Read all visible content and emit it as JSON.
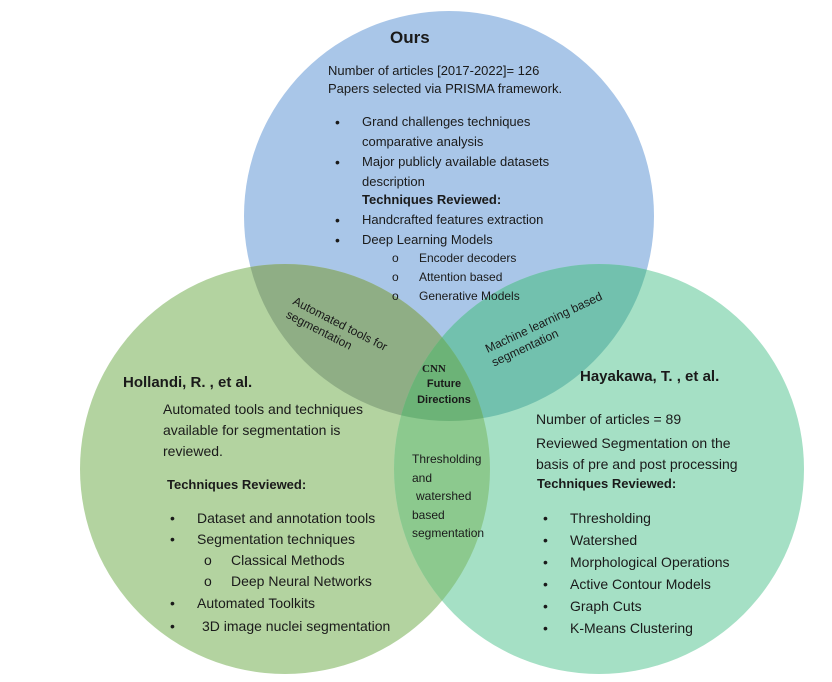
{
  "colors": {
    "top_circle": "#a9c6e8",
    "left_circle": "#b3d3a0",
    "right_circle": "#a5e0c5",
    "top_left_overlap": "#8fae85",
    "top_right_overlap": "#72c1ae",
    "left_right_overlap": "#8cc98e",
    "center_overlap": "#6cb377"
  },
  "ours": {
    "title": "Ours",
    "articles": "Number of articles [2017-2022]=  126",
    "prisma": "Papers selected via PRISMA framework.",
    "bullets": [
      "Grand challenges techniques",
      "comparative analysis",
      "Major publicly available datasets",
      "description"
    ],
    "techniques_heading": "Techniques Reviewed:",
    "techniques": [
      "Handcrafted features extraction",
      "Deep Learning Models"
    ],
    "sub_techniques": [
      "Encoder decoders",
      "Attention based",
      "Generative Models"
    ]
  },
  "hollandi": {
    "title": "Hollandi, R. , et al.",
    "description": [
      "Automated tools and techniques",
      "available for segmentation is",
      "reviewed."
    ],
    "techniques_heading": "Techniques Reviewed:",
    "items": [
      "Dataset and annotation tools",
      "Segmentation techniques"
    ],
    "sub_items": [
      "Classical Methods",
      "Deep Neural Networks"
    ],
    "items2": [
      "Automated Toolkits",
      "3D image nuclei segmentation"
    ]
  },
  "hayakawa": {
    "title": "Hayakawa, T. , et al.",
    "articles": "Number of articles = 89",
    "description": [
      "Reviewed Segmentation on the",
      "basis of pre and post processing"
    ],
    "techniques_heading": "Techniques Reviewed:",
    "items": [
      "Thresholding",
      "Watershed",
      "Morphological Operations",
      "Active Contour Models",
      "Graph Cuts",
      "K-Means Clustering"
    ]
  },
  "overlaps": {
    "ours_hollandi": [
      "Automated tools for",
      "segmentation"
    ],
    "ours_hayakawa": [
      "Machine learning  based",
      "segmentation"
    ],
    "center": [
      "CNN",
      "Future",
      "Directions"
    ],
    "hollandi_hayakawa": [
      "Thresholding",
      "and",
      "watershed",
      "based",
      "segmentation"
    ]
  }
}
